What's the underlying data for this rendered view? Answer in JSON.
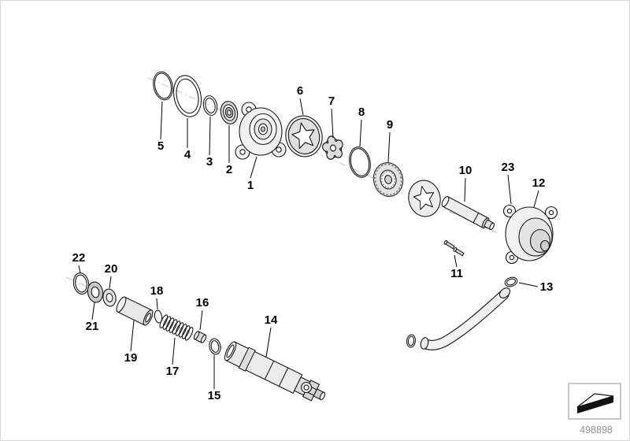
{
  "diagram": {
    "callouts": [
      {
        "label": "1"
      },
      {
        "label": "2"
      },
      {
        "label": "3"
      },
      {
        "label": "4"
      },
      {
        "label": "5"
      },
      {
        "label": "6"
      },
      {
        "label": "7"
      },
      {
        "label": "8"
      },
      {
        "label": "9"
      },
      {
        "label": "10"
      },
      {
        "label": "11"
      },
      {
        "label": "12"
      },
      {
        "label": "13"
      },
      {
        "label": "14"
      },
      {
        "label": "15"
      },
      {
        "label": "16"
      },
      {
        "label": "17"
      },
      {
        "label": "18"
      },
      {
        "label": "19"
      },
      {
        "label": "20"
      },
      {
        "label": "21"
      },
      {
        "label": "22"
      },
      {
        "label": "23"
      }
    ],
    "footer": {
      "diagram_id": "498898"
    },
    "corner_box": {
      "icon": "orientation-flag-icon"
    },
    "colors": {
      "line": "#1a1a1a",
      "callout_text": "#000000",
      "diagram_id_text": "#8d8d8d"
    }
  }
}
